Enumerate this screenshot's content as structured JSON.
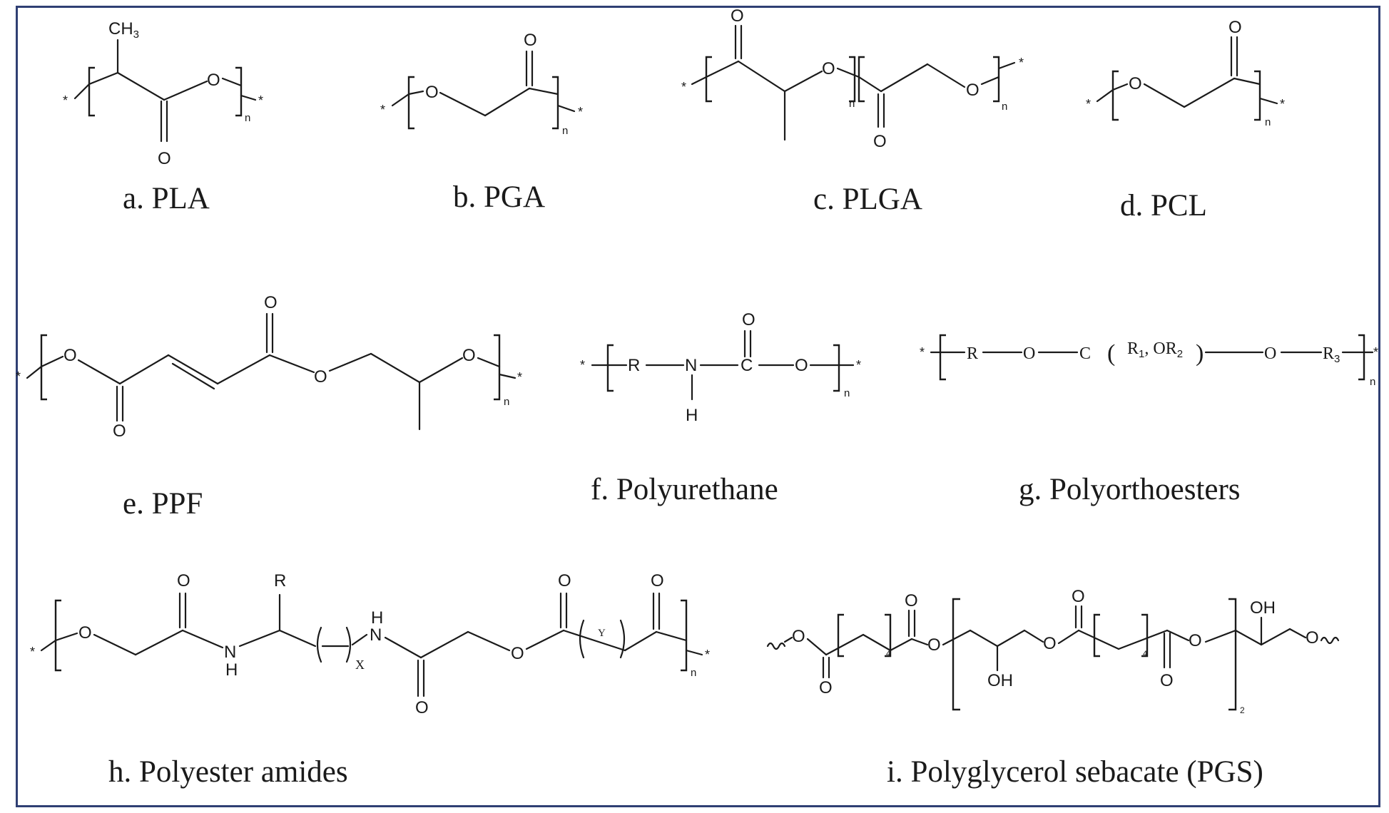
{
  "captions": {
    "a": "a. PLA",
    "b": "b. PGA",
    "c": "c. PLGA",
    "d": "d. PCL",
    "e": "e. PPF",
    "f": "f. Polyurethane",
    "g": "g. Polyorthoesters",
    "h": "h. Polyester amides",
    "i": "i. Polyglycerol sebacate (PGS)"
  },
  "atoms": {
    "oxygen": "O",
    "nitrogen": "N",
    "hydrogen": "H",
    "carbon": "C",
    "rgroup": "R",
    "methyl": "CH",
    "methyl_sub": "3",
    "hydroxyl": "OH",
    "repeat": "n",
    "end": "*",
    "r1": "R",
    "r1_sub": "1",
    "or2": ", OR",
    "or2_sub": "2",
    "r3": "R",
    "r3_sub": "3",
    "x": "X",
    "y": "Y",
    "four": "4",
    "two": "2",
    "paren_open": "(",
    "paren_close": ")"
  },
  "colors": {
    "frame": "#2f3f73",
    "ink": "#1a1a1a"
  }
}
